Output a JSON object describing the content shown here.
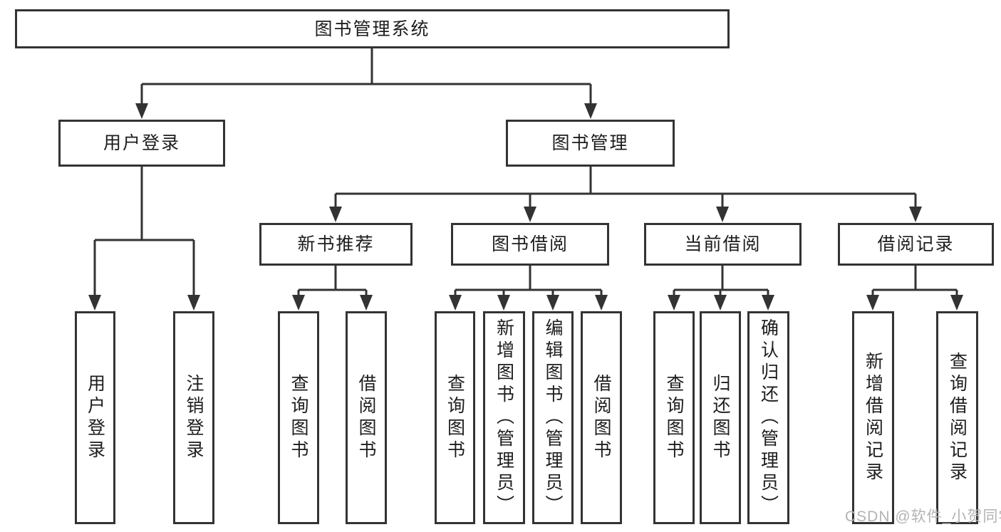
{
  "tree": {
    "label": "图书管理系统",
    "children": [
      {
        "label": "用户登录",
        "children": [
          {
            "label": "用户登录"
          },
          {
            "label": "注销登录"
          }
        ]
      },
      {
        "label": "图书管理",
        "children": [
          {
            "label": "新书推荐",
            "children": [
              {
                "label": "查询图书"
              },
              {
                "label": "借阅图书"
              }
            ]
          },
          {
            "label": "图书借阅",
            "children": [
              {
                "label": "查询图书"
              },
              {
                "label": "新增图书（管理员）"
              },
              {
                "label": "编辑图书（管理员）"
              },
              {
                "label": "借阅图书"
              }
            ]
          },
          {
            "label": "当前借阅",
            "children": [
              {
                "label": "查询图书"
              },
              {
                "label": "归还图书"
              },
              {
                "label": "确认归还（管理员）"
              }
            ]
          },
          {
            "label": "借阅记录",
            "children": [
              {
                "label": "新增借阅记录"
              },
              {
                "label": "查询借阅记录"
              }
            ]
          }
        ]
      }
    ]
  },
  "watermark": {
    "text": "CSDN @软件_小贺同学"
  },
  "colors": {
    "line": "#333333",
    "box_border": "#333333",
    "box_background": "#ffffff",
    "text": "#1d1d1d",
    "watermark": "#b3b3b3",
    "page_background": "#ffffff"
  }
}
